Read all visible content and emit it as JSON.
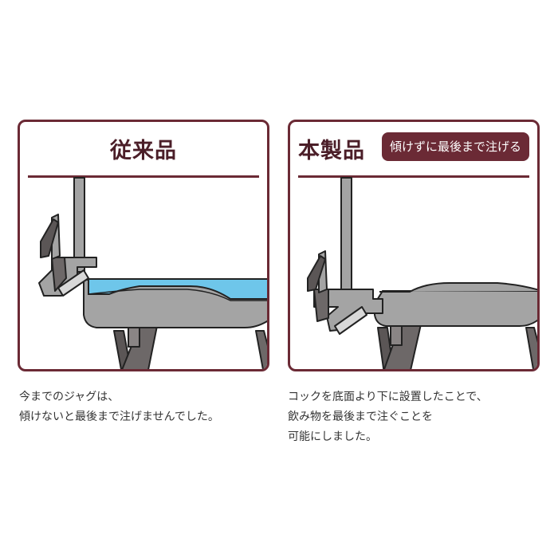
{
  "panels": {
    "left": {
      "title": "従来品",
      "caption_lines": [
        "今までのジャグは、",
        "傾けないと最後まで注げませんでした。"
      ]
    },
    "right": {
      "title": "本製品",
      "badge": "傾けずに最後まで注げる",
      "caption_lines": [
        "コックを底面より下に設置したことで、",
        "飲み物を最後まで注ぐことを",
        "可能にしました。"
      ]
    }
  },
  "colors": {
    "accent": "#6b2a35",
    "title_text": "#4b1e28",
    "water": "#6ec6ea",
    "body_gray": "#a4a4a4",
    "outline": "#222222",
    "leg_dark": "#5b5656"
  },
  "icons": [
    "spout-icon",
    "cock-lever-icon"
  ]
}
